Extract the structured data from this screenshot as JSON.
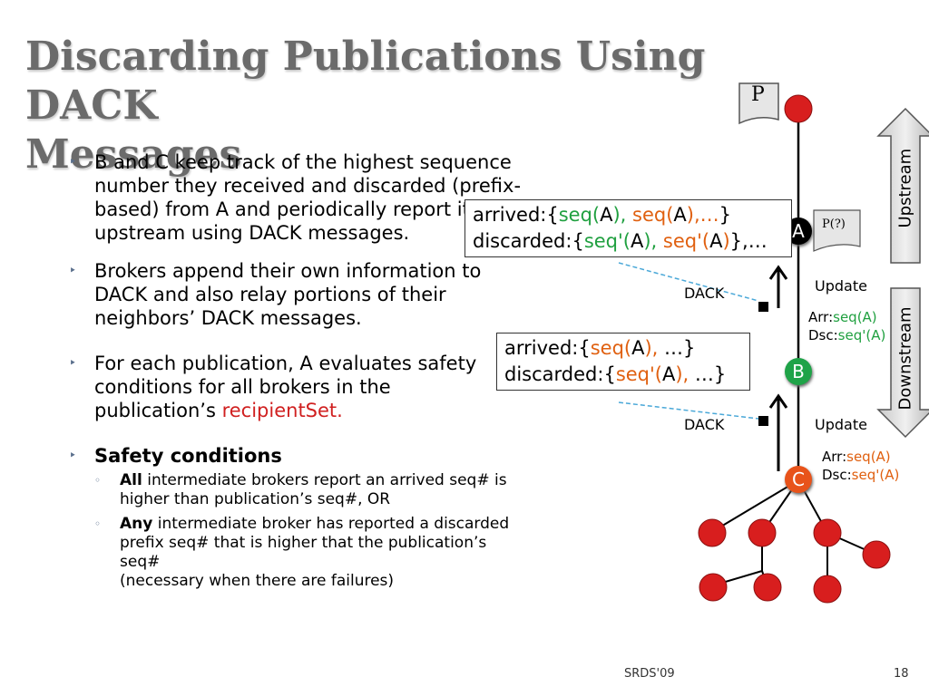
{
  "slide": {
    "title_line1": "Discarding Publications Using DACK",
    "title_line2": "Messages",
    "bullets": [
      {
        "text": "B and C keep track of the highest sequence number they received and discarded (prefix-based) from A and periodically report it upstream using DACK messages."
      },
      {
        "text": "Brokers append their own information to DACK and also relay portions of their neighbors’ DACK messages."
      },
      {
        "pre": "For each publication, A evaluates safety conditions for all brokers in the publication’s ",
        "highlight": "recipientSet."
      },
      {
        "text": "Safety conditions"
      }
    ],
    "sub_bullets": [
      {
        "bold": "All",
        "text": " intermediate brokers report an arrived seq# is higher than publication’s seq#, OR"
      },
      {
        "bold": "Any",
        "text": " intermediate broker has reported a discarded prefix seq# that is higher that the publication’s seq#"
      },
      {
        "text": "(necessary when there are failures)"
      }
    ],
    "bullet_marker": "‣",
    "sub_marker": "◦"
  },
  "diagram": {
    "publisher_label": "P",
    "pending_label": "P(?)",
    "nodes": {
      "a": "A",
      "b": "B",
      "c": "C"
    },
    "box_top": {
      "arrived": "arrived:{",
      "seq1": "seq(",
      "a1": "A",
      "close1": "),",
      "seq2": " seq(",
      "a2": "A",
      "close2": "),…",
      "end1": "}",
      "discarded": "discarded:{",
      "dseq1": "seq'(",
      "da1": "A",
      "dclose1": "),",
      "dseq2": " seq'(",
      "da2": "A",
      "dclose2": ")",
      "end2": "},…"
    },
    "box_mid": {
      "arrived": "arrived:{",
      "seq1": "seq(",
      "a1": "A",
      "close1": "),",
      "rest1": " …}",
      "discarded": "discarded:{",
      "dseq1": "seq'(",
      "da1": "A",
      "dclose1": "),",
      "rest2": " …}"
    },
    "dack1": "DACK",
    "dack2": "DACK",
    "update1": "Update",
    "update2": "Update",
    "b_state": {
      "arr": "Arr:",
      "arr_val": "seq(A)",
      "dsc": "Dsc:",
      "dsc_val": "seq'(A)"
    },
    "c_state": {
      "arr": "Arr:",
      "arr_val": "seq(A)",
      "dsc": "Dsc:",
      "dsc_val": "seq'(A)"
    },
    "upstream": "Upstream",
    "downstream": "Downstream"
  },
  "footer": {
    "center": "SRDS'09",
    "page": "18"
  },
  "colors": {
    "node_red": "#d81e1e",
    "node_green": "#1fa348",
    "node_orange": "#e8531a",
    "seq_green": "#20a040",
    "seq_orange": "#e06010",
    "dashed_line": "#4aa8d8"
  }
}
